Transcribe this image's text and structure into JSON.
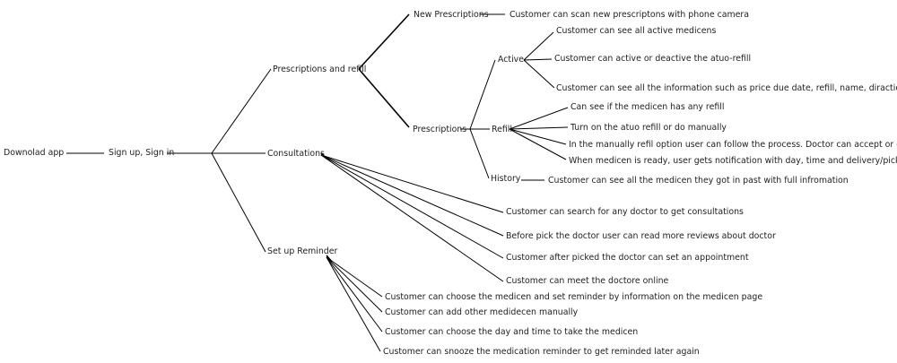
{
  "colors": {
    "line": "#000000",
    "text": "#222222",
    "background": "#ffffff"
  },
  "nodes": {
    "download": "Downolad app",
    "signup": "Sign up, Sign in",
    "prescriptions_refill": "Prescriptions and refill",
    "new_prescriptions": "New Prescriptions",
    "new_scan": "Customer can scan new prescriptons with phone camera",
    "prescriptions": "Prescriptions",
    "active": "Active",
    "active_1": "Customer can see all active medicens",
    "active_2": "Customer can active or deactive the atuo-refill",
    "active_3": "Customer can see all the information such as price due date, refill, name, diractions and more",
    "refill": "Refill",
    "refill_1": "Can see if the medicen has any refill",
    "refill_2": "Turn on the atuo refill or do manually",
    "refill_3": "In the manually refil option user can follow the process. Doctor can accept or deny refill",
    "refill_4": "When medicen is ready, user gets notification with day, time and delivery/pickup option",
    "history": "History",
    "history_1": "Customer can see all the medicen they got in past with full infromation",
    "consultations": "Consultations",
    "consult_1": "Customer can search for any doctor to get consultations",
    "consult_2": "Before pick the doctor user can read more reviews about doctor",
    "consult_3": "Customer after picked the doctor can set an appointment",
    "consult_4": "Customer can meet the doctore online",
    "reminder": "Set up Reminder",
    "reminder_1": "Customer can choose the medicen and set reminder by information on the medicen page",
    "reminder_2": "Customer can add other medidecen manually",
    "reminder_3": "Customer can choose the day and time to take the medicen",
    "reminder_4": "Customer can snooze the medication reminder to get reminded later again"
  }
}
